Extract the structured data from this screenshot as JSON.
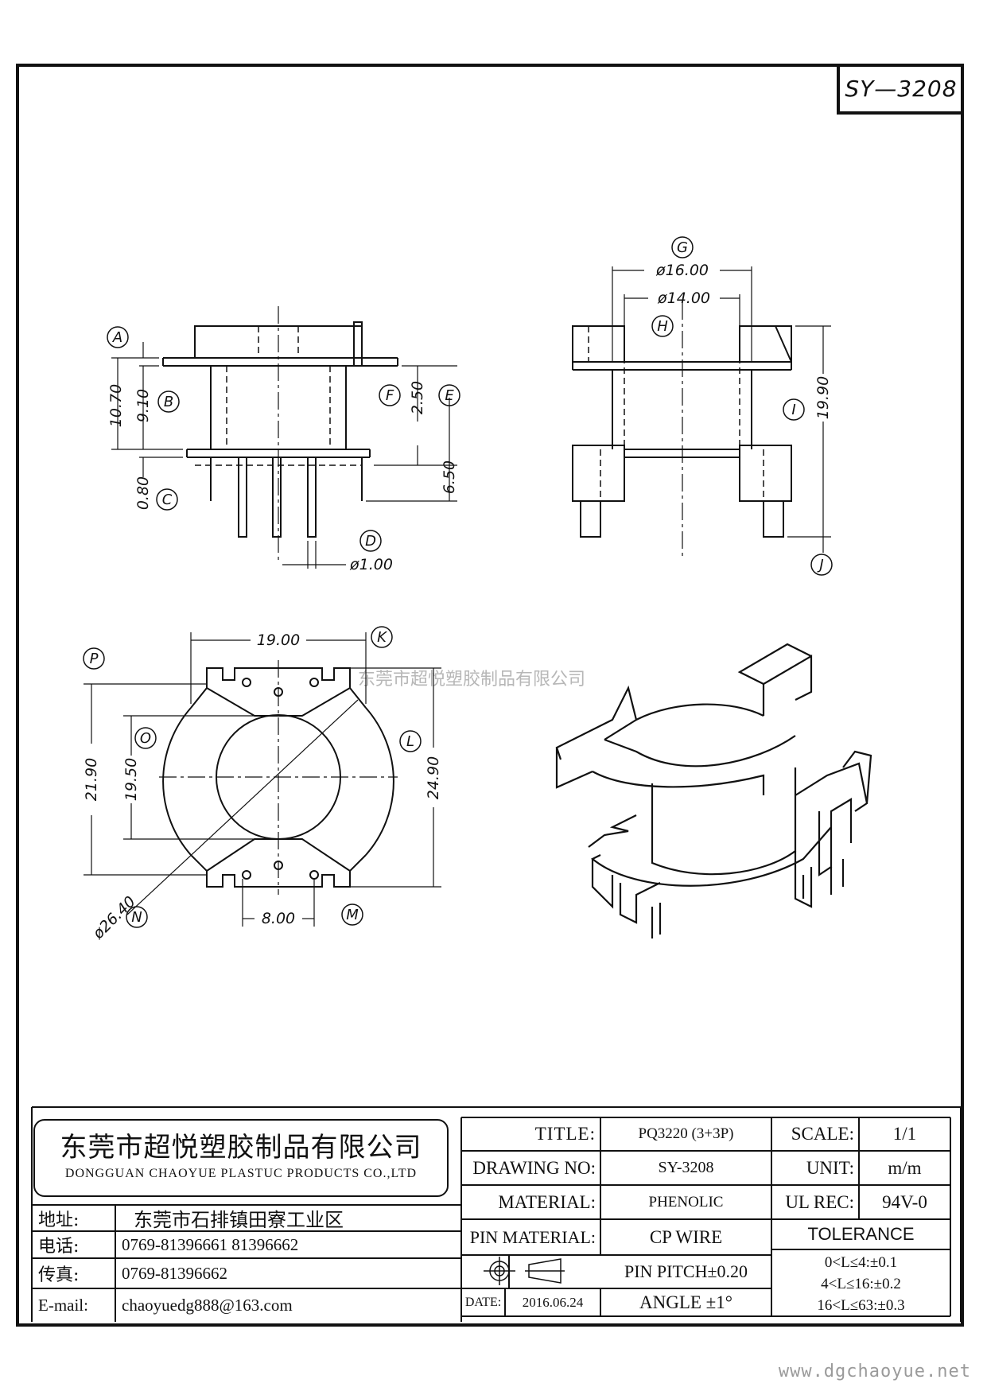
{
  "drawing_code": "SY—3208",
  "watermark": "东莞市超悦塑胶制品有限公司",
  "website": "www.dgchaoyue.net",
  "callouts": [
    "A",
    "B",
    "C",
    "D",
    "E",
    "F",
    "G",
    "H",
    "I",
    "J",
    "K",
    "L",
    "M",
    "N",
    "O",
    "P"
  ],
  "dims": {
    "d10_70": "10.70",
    "d9_10": "9.10",
    "d0_80": "0.80",
    "d2_50": "2.50",
    "d6_50": "6.50",
    "d1_00": "ø1.00",
    "d16_00": "ø16.00",
    "d14_00": "ø14.00",
    "d19_90": "19.90",
    "d19_00": "19.00",
    "d21_90": "21.90",
    "d19_50": "19.50",
    "d24_90": "24.90",
    "d26_40": "ø26.40",
    "d8_00": "8.00"
  },
  "company": {
    "name_cn": "东莞市超悦塑胶制品有限公司",
    "name_en": "DONGGUAN CHAOYUE PLASTUC PRODUCTS CO.,LTD",
    "address_label": "地址:",
    "address": "东莞市石排镇田寮工业区",
    "phone_label": "电话:",
    "phone": "0769-81396661  81396662",
    "fax_label": "传真:",
    "fax": "0769-81396662",
    "email_label": "E-mail:",
    "email": "chaoyuedg888@163.com"
  },
  "spec": {
    "title_label": "TITLE:",
    "title": "PQ3220 (3+3P)",
    "drawing_no_label": "DRAWING NO:",
    "drawing_no": "SY-3208",
    "material_label": "MATERIAL:",
    "material": "PHENOLIC",
    "pin_material_label": "PIN MATERIAL:",
    "pin_material": "CP WIRE",
    "pin_pitch": "PIN PITCH±0.20",
    "date_label": "DATE:",
    "date": "2016.06.24",
    "angle": "ANGLE  ±1°",
    "scale_label": "SCALE:",
    "scale": "1/1",
    "unit_label": "UNIT:",
    "unit": "m/m",
    "ul_label": "UL REC:",
    "ul": "94V-0",
    "tolerance_label": "TOLERANCE",
    "tol1": "0<L≤4:±0.1",
    "tol2": "4<L≤16:±0.2",
    "tol3": "16<L≤63:±0.3"
  }
}
